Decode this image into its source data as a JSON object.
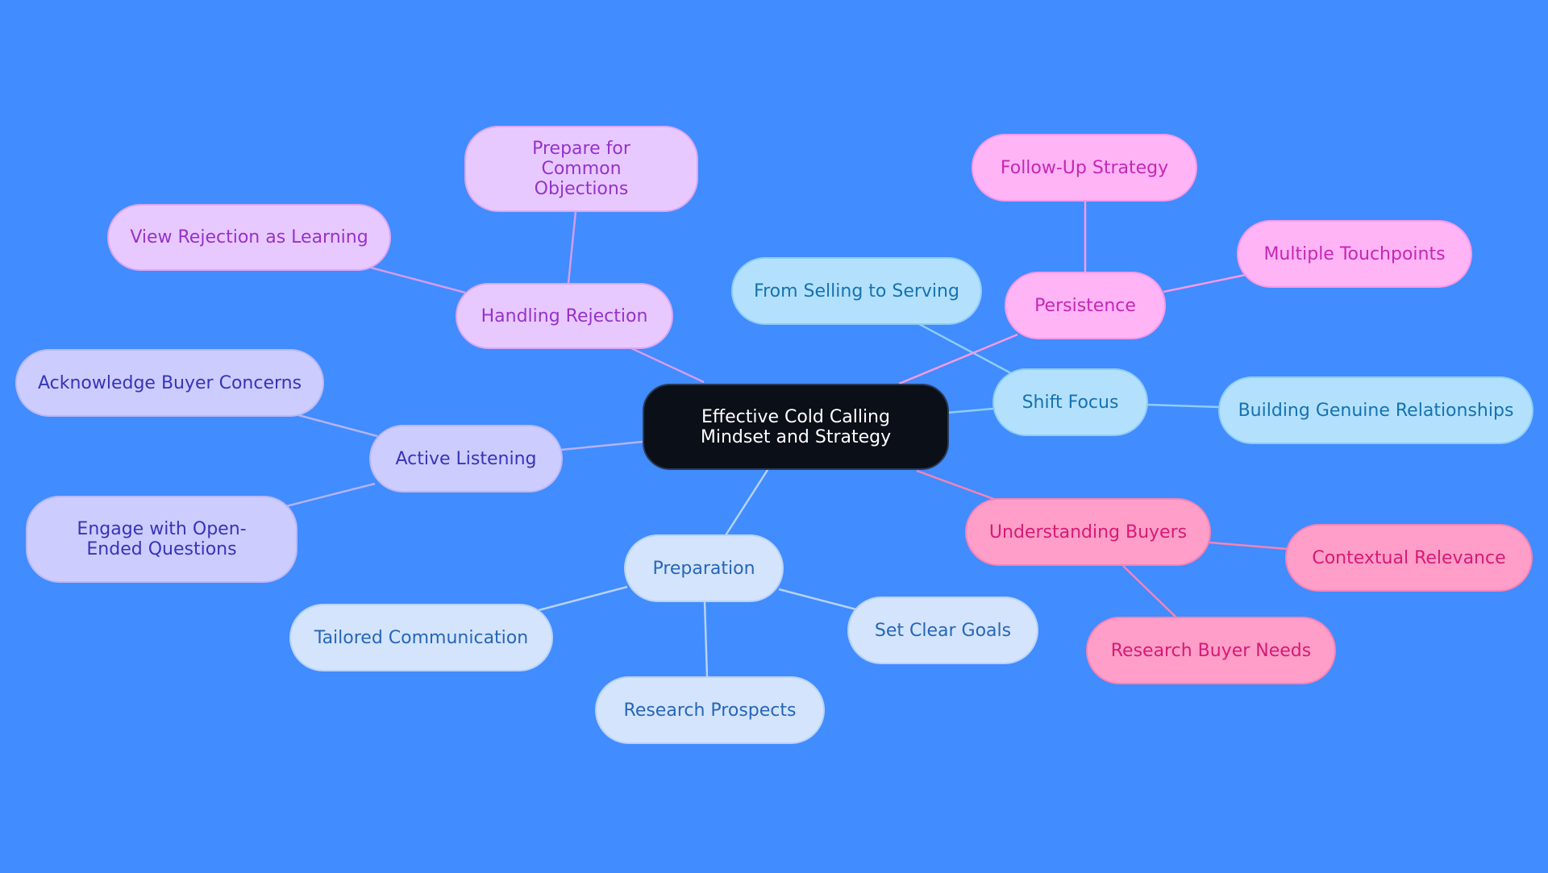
{
  "root": {
    "label": "Effective Cold Calling Mindset and Strategy"
  },
  "branches": {
    "handling_rejection": {
      "label": "Handling Rejection",
      "children": [
        "Prepare for Common Objections",
        "View Rejection as Learning"
      ]
    },
    "active_listening": {
      "label": "Active Listening",
      "children": [
        "Acknowledge Buyer Concerns",
        "Engage with Open-Ended Questions"
      ]
    },
    "preparation": {
      "label": "Preparation",
      "children": [
        "Tailored Communication",
        "Research Prospects",
        "Set Clear Goals"
      ]
    },
    "shift_focus": {
      "label": "Shift Focus",
      "children": [
        "From Selling to Serving",
        "Building Genuine Relationships"
      ]
    },
    "persistence": {
      "label": "Persistence",
      "children": [
        "Follow-Up Strategy",
        "Multiple Touchpoints"
      ]
    },
    "understanding_buyers": {
      "label": "Understanding Buyers",
      "children": [
        "Contextual Relevance",
        "Research Buyer Needs"
      ]
    }
  },
  "colors": {
    "background": "#418cfe",
    "root": "#0b0f17",
    "handling_rejection": "#e8c9ff",
    "active_listening": "#cdccfe",
    "preparation": "#d3e4fc",
    "shift_focus": "#b3e1fd",
    "persistence": "#ffb4f6",
    "understanding_buyers": "#ff9ec8"
  }
}
